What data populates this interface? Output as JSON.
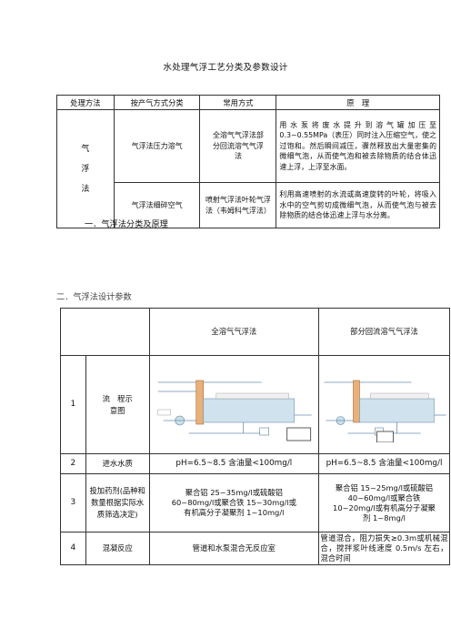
{
  "title": "水处理气浮工艺分类及参数设计",
  "table1": {
    "headers": [
      "处理方法",
      "按产气方式分类",
      "常用方式",
      "原　理"
    ],
    "group": "气 浮 法",
    "rows": [
      {
        "class": "气浮法压力溶气",
        "method": "全溶气气浮法部分回流溶气气浮法",
        "principle": "用水泵将废水提升到溶气罐加压至 0.3~0.55MPa（表压）同时注入压缩空气，使之过饱和。然后瞬间减压，骤然释放出大量密集的微细气泡，从而使气泡和被去除物质的结合体迅速上浮，上浮至水面。"
      },
      {
        "class": "气浮法细碎空气",
        "method": "喷射气浮法叶轮气浮法（韦姆科气浮法）",
        "principle": "利用高速喷射的水流或高速旋转的叶轮，将吸入水中的空气剪切成微细气泡，从而使气泡与被去除物质的结合体迅速上浮与水分离。"
      }
    ]
  },
  "heading1": "一．气浮法分类及原理",
  "heading2": "二．气浮法设计参数",
  "table2": {
    "headers": [
      "全溶气气浮法",
      "部分回流溶气气浮法"
    ],
    "rows": [
      {
        "num": "1",
        "item": "流　程示　意图",
        "a": "",
        "b": ""
      },
      {
        "num": "2",
        "item": "进水水质",
        "a": "pH=6.5~8.5 含油量<100mg/l",
        "b": "pH=6.5~8.5 含油量<100mg/l"
      },
      {
        "num": "3",
        "item": "投加药剂(品种和数量根据实际水质筛选决定)",
        "a": "聚合铝 25~35mg/l或硫酸铝 60~80mg/l或聚合铁 15~30mg/l或有机高分子凝聚剂 1~10mg/l",
        "b": "聚合铝 15~25mg/l或硫酸铝 40~60mg/l或聚合铁 10~20mg/l或有机高分子凝聚剂 1~8mg/l"
      },
      {
        "num": "4",
        "item": "混凝反应",
        "a": "管道和水泵混合无反应室",
        "b": "管道混合，阻力损失≥0.3m或机械混合，搅拌浆叶线速度 0.5m/s 左右，混合时间"
      }
    ]
  }
}
